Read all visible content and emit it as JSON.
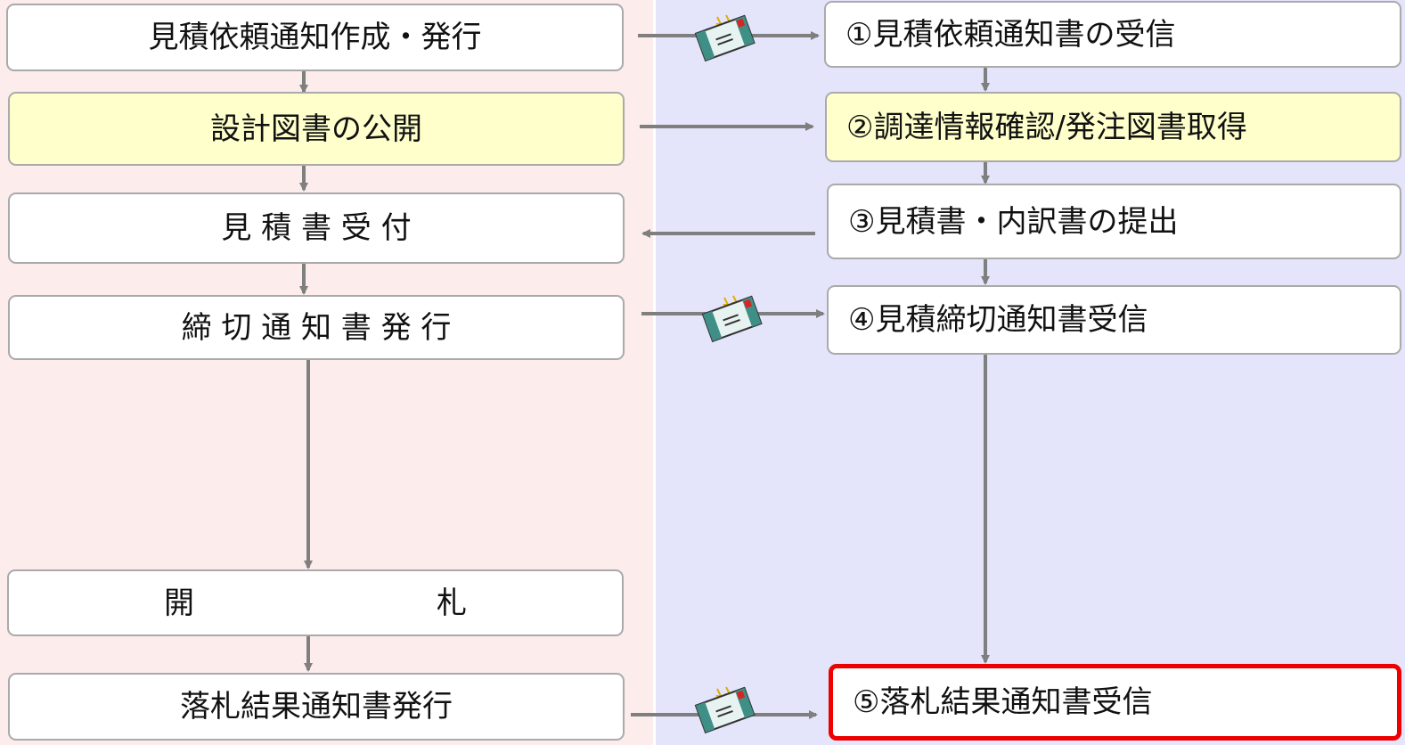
{
  "colors": {
    "left_lane_bg": "#fcecec",
    "right_lane_bg": "#e4e4fb",
    "box_bg": "#ffffff",
    "highlight_bg": "#ffffcc",
    "box_border": "#aaaaaa",
    "arrow": "#7f7f7f",
    "emphasis_border": "#ee0000"
  },
  "left_steps": [
    "見積依頼通知作成・発行",
    "設計図書の公開",
    "見 積 書 受 付",
    "締 切 通 知 書 発 行",
    "開　　　　　　　　札",
    "落札結果通知書発行"
  ],
  "right_steps": [
    "①見積依頼通知書の受信",
    "②調達情報確認/発注図書取得",
    "③見積書・内訳書の提出",
    "④見積締切通知書受信",
    "⑤落札結果通知書受信"
  ],
  "icons": {
    "mail": "mail-envelope-icon"
  }
}
